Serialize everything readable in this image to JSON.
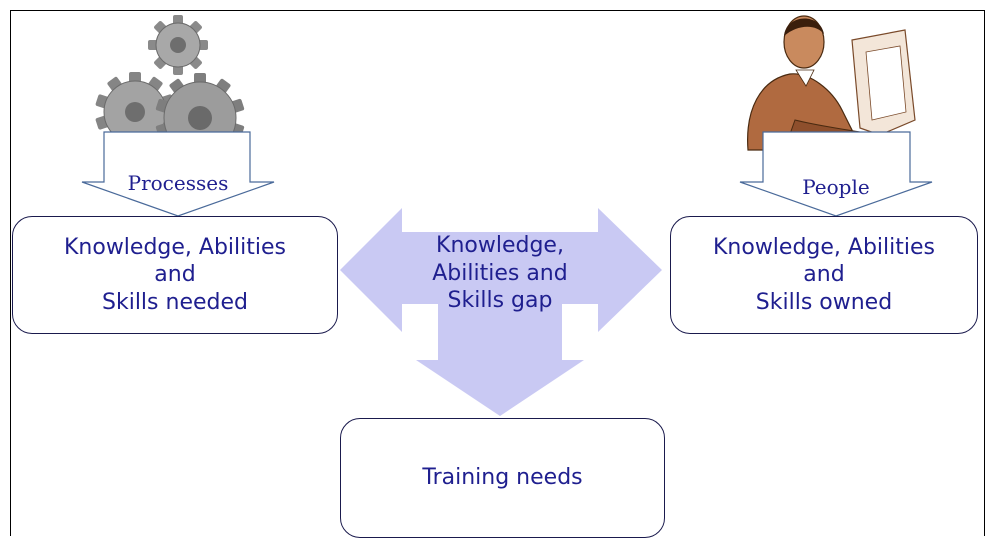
{
  "diagram": {
    "left_arrow_label": "Processes",
    "right_arrow_label": "People",
    "left_box": {
      "line1": "Knowledge, Abilities",
      "line2": "and",
      "line3": "Skills needed"
    },
    "center": {
      "line1": "Knowledge,",
      "line2": "Abilities and",
      "line3": "Skills gap"
    },
    "right_box": {
      "line1": "Knowledge, Abilities",
      "line2": "and",
      "line3": "Skills owned"
    },
    "bottom_box": {
      "line1": "Training needs"
    },
    "colors": {
      "box_text": "#1f1f8f",
      "gap_arrow_fill": "#c9c9f3",
      "down_arrow_stroke": "#4a6a9a",
      "gear_fill": "#9a9a9a"
    },
    "icons": {
      "left": "gears-icon",
      "right": "person-at-computer-icon"
    }
  }
}
